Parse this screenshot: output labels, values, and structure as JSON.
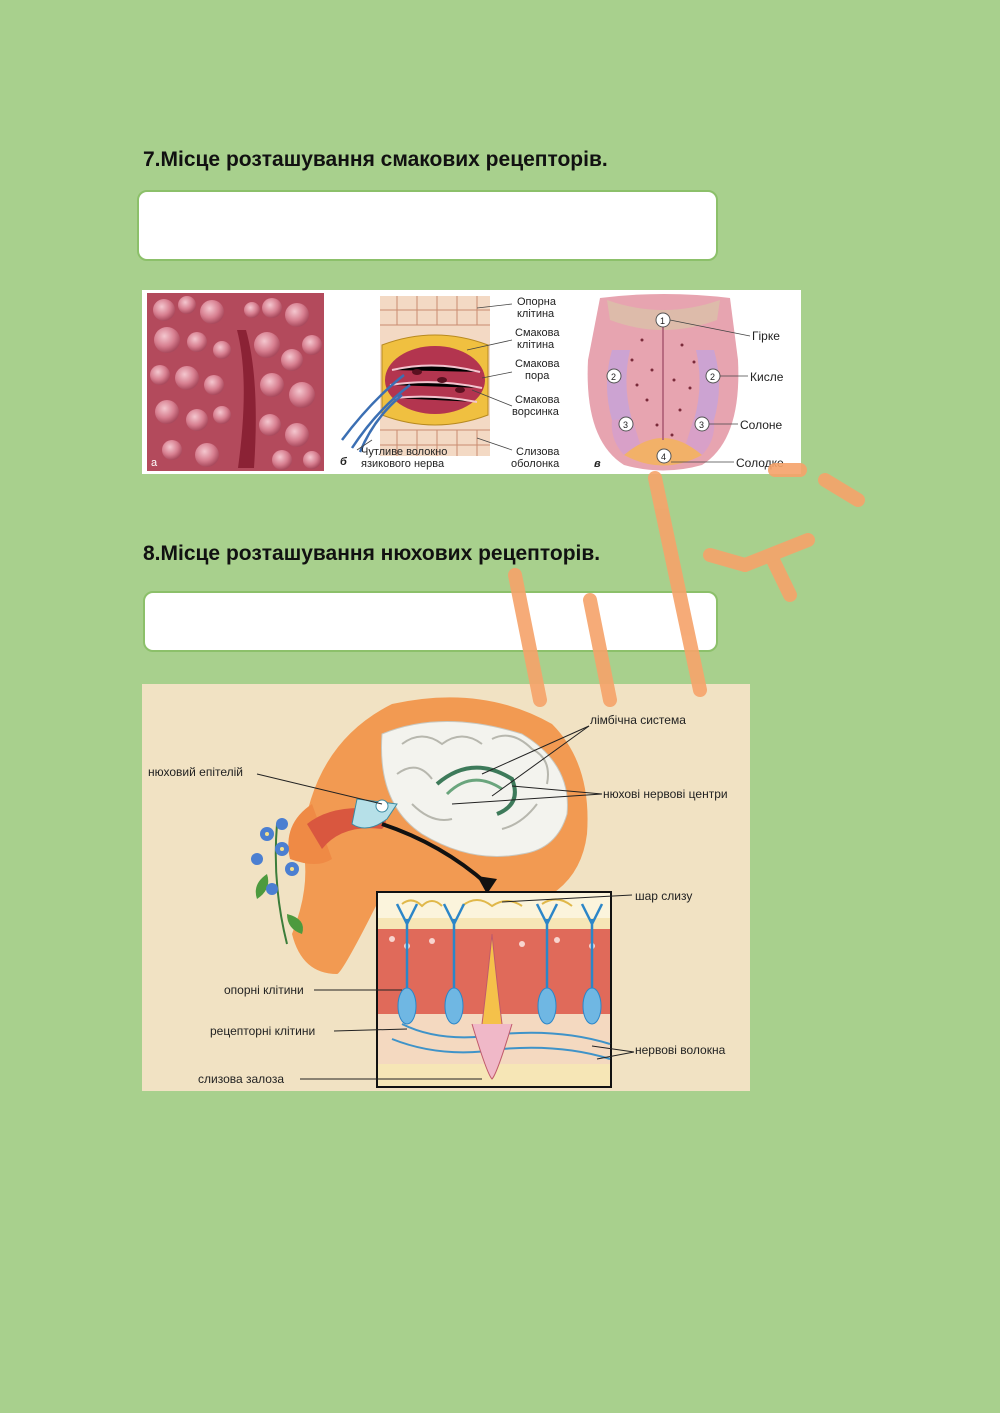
{
  "questions": [
    {
      "number_title": "7.Місце розташування смакових рецепторів.",
      "answer_value": ""
    },
    {
      "number_title": "8.Місце розташування нюхових рецепторів.",
      "answer_value": ""
    }
  ],
  "figure_taste": {
    "panel_a_letter": "а",
    "panel_b_letter": "б",
    "panel_v_letter": "в",
    "labels_b": {
      "support_cell": [
        "Опорна",
        "клітина"
      ],
      "taste_cell": [
        "Смакова",
        "клітина"
      ],
      "taste_pore": [
        "Смакова",
        "пора"
      ],
      "taste_villus": [
        "Смакова",
        "ворсинка"
      ],
      "nerve_fiber": [
        "Чутливе волокно",
        "язикового нерва"
      ],
      "mucosa": [
        "Слизова",
        "оболонка"
      ]
    },
    "tongue_zones": [
      {
        "num": "1",
        "label": "Гірке"
      },
      {
        "num": "2",
        "label": "Кисле"
      },
      {
        "num": "3",
        "label": "Солоне"
      },
      {
        "num": "4",
        "label": "Солодке"
      }
    ]
  },
  "figure_smell": {
    "limbic": "лімбічна система",
    "olf_epithelium": "нюховий епітелій",
    "olf_centers": "нюхові нервові центри",
    "mucus_layer": "шар слизу",
    "support_cells": "опорні клітини",
    "receptor_cells": "рецепторні клітини",
    "nerve_fibers": "нервові волокна",
    "mucous_gland": "слизова залоза"
  },
  "colors": {
    "page_bg": "#a8d08d",
    "box_border": "#8cc06a",
    "watermark": "#f6a36a"
  }
}
